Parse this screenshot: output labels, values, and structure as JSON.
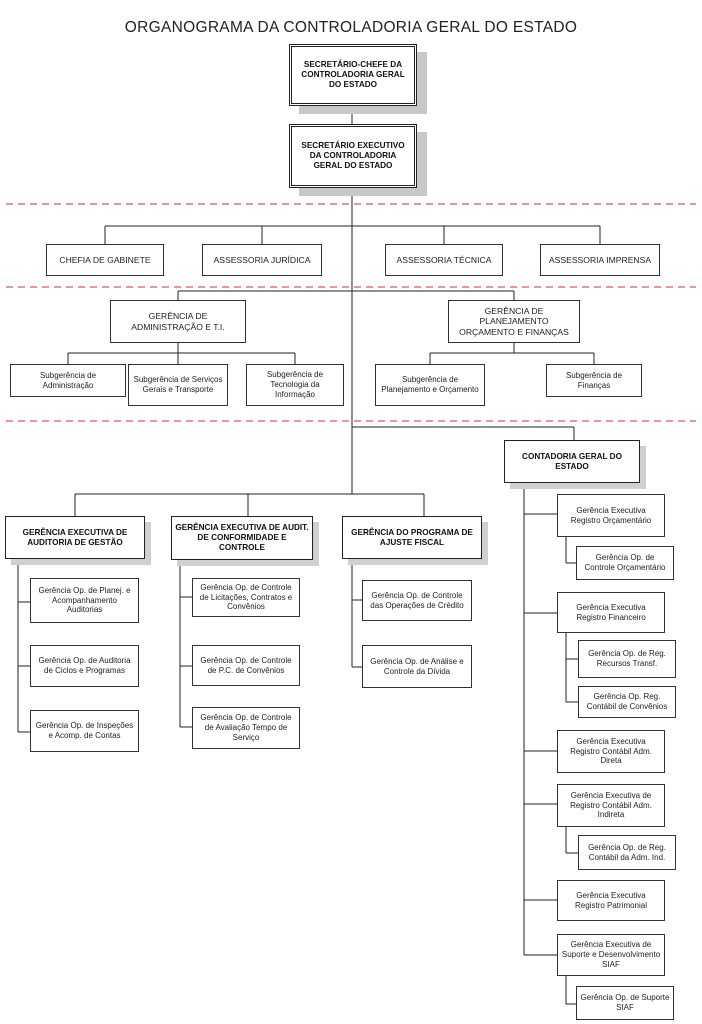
{
  "title": "ORGANOGRAMA DA CONTROLADORIA GERAL DO ESTADO",
  "colors": {
    "line": "#222222",
    "separator": "#d32f2f",
    "shadow": "#c8c8c8"
  },
  "top": {
    "secretario_chefe": "SECRETÁRIO-CHEFE DA CONTROLADORIA GERAL DO ESTADO",
    "secretario_executivo": "SECRETÁRIO EXECUTIVO DA CONTROLADORIA GERAL DO ESTADO"
  },
  "assessorias": {
    "gabinete": "CHEFIA DE GABINETE",
    "juridica": "ASSESSORIA JURÍDICA",
    "tecnica": "ASSESSORIA  TÉCNICA",
    "imprensa": "ASSESSORIA IMPRENSA"
  },
  "gerencias_meio": {
    "adm_ti": "GERÊNCIA DE ADMINISTRAÇÃO E T.I.",
    "planejamento": "GERÊNCIA DE PLANEJAMENTO ORÇAMENTO E FINANÇAS"
  },
  "subgerencias": {
    "administracao": "Subgerência de Administração",
    "servicos_gerais": "Subgerência de Serviços Gerais e Transporte",
    "tecnologia": "Subgerência de Tecnologia da Informação",
    "planejamento": "Subgerência de Planejamento e Orçamento",
    "financas": "Subgerência de Finanças"
  },
  "executivas": {
    "auditoria": "GERÊNCIA EXECUTIVA DE AUDITORIA DE GESTÃO",
    "conformidade": "GERÊNCIA EXECUTIVA DE AUDIT. DE CONFORMIDADE E CONTROLE",
    "ajuste": "GERÊNCIA DO PROGRAMA DE AJUSTE FISCAL",
    "contadoria": "CONTADORIA GERAL DO ESTADO"
  },
  "auditoria_ops": {
    "planej": "Gerência Op. de Planej. e Acompanhamento Auditorias",
    "ciclos": "Gerência Op. de Auditoria de Ciclos e Programas",
    "inspecoes": "Gerência Op. de Inspeções e Acomp. de Contas"
  },
  "conformidade_ops": {
    "licitacoes": "Gerência Op. de Controle de Licitações, Contratos e Convênios",
    "pc": "Gerência Op. de Controle de P.C. de Convênios",
    "avaliacao": "Gerência Op. de Controle de Avaliação Tempo de Serviço"
  },
  "ajuste_ops": {
    "credito": "Gerência Op. de Controle das Operações de Crédito",
    "divida": "Gerência Op. de Análise e Controle da Dívida"
  },
  "contadoria_items": {
    "ge_orcamentario": "Gerência Executiva Registro Orçamentário",
    "op_orcamentario": "Gerência Op. de Controle Orçamentário",
    "ge_financeiro": "Gerência Executiva Registro Financeiro",
    "op_recursos": "Gerência Op. de Reg. Recursos Transf.",
    "op_convenios": "Gerência Op. Reg. Contábil de Convênios",
    "ge_adm_direta": "Gerência Executiva Registro Contábil Adm. Direta",
    "ge_adm_indireta": "Gerência Executiva de Registro Contábil Adm. Indireta",
    "op_adm_ind": "Gerência Op. de Reg. Contábil da Adm. Ind.",
    "ge_patrimonial": "Gerência Executiva Registro Patrimonial",
    "ge_siaf": "Gerência Executiva de Suporte e Desenvolvimento SIAF",
    "op_siaf": "Gerência Op. de Suporte SIAF"
  }
}
